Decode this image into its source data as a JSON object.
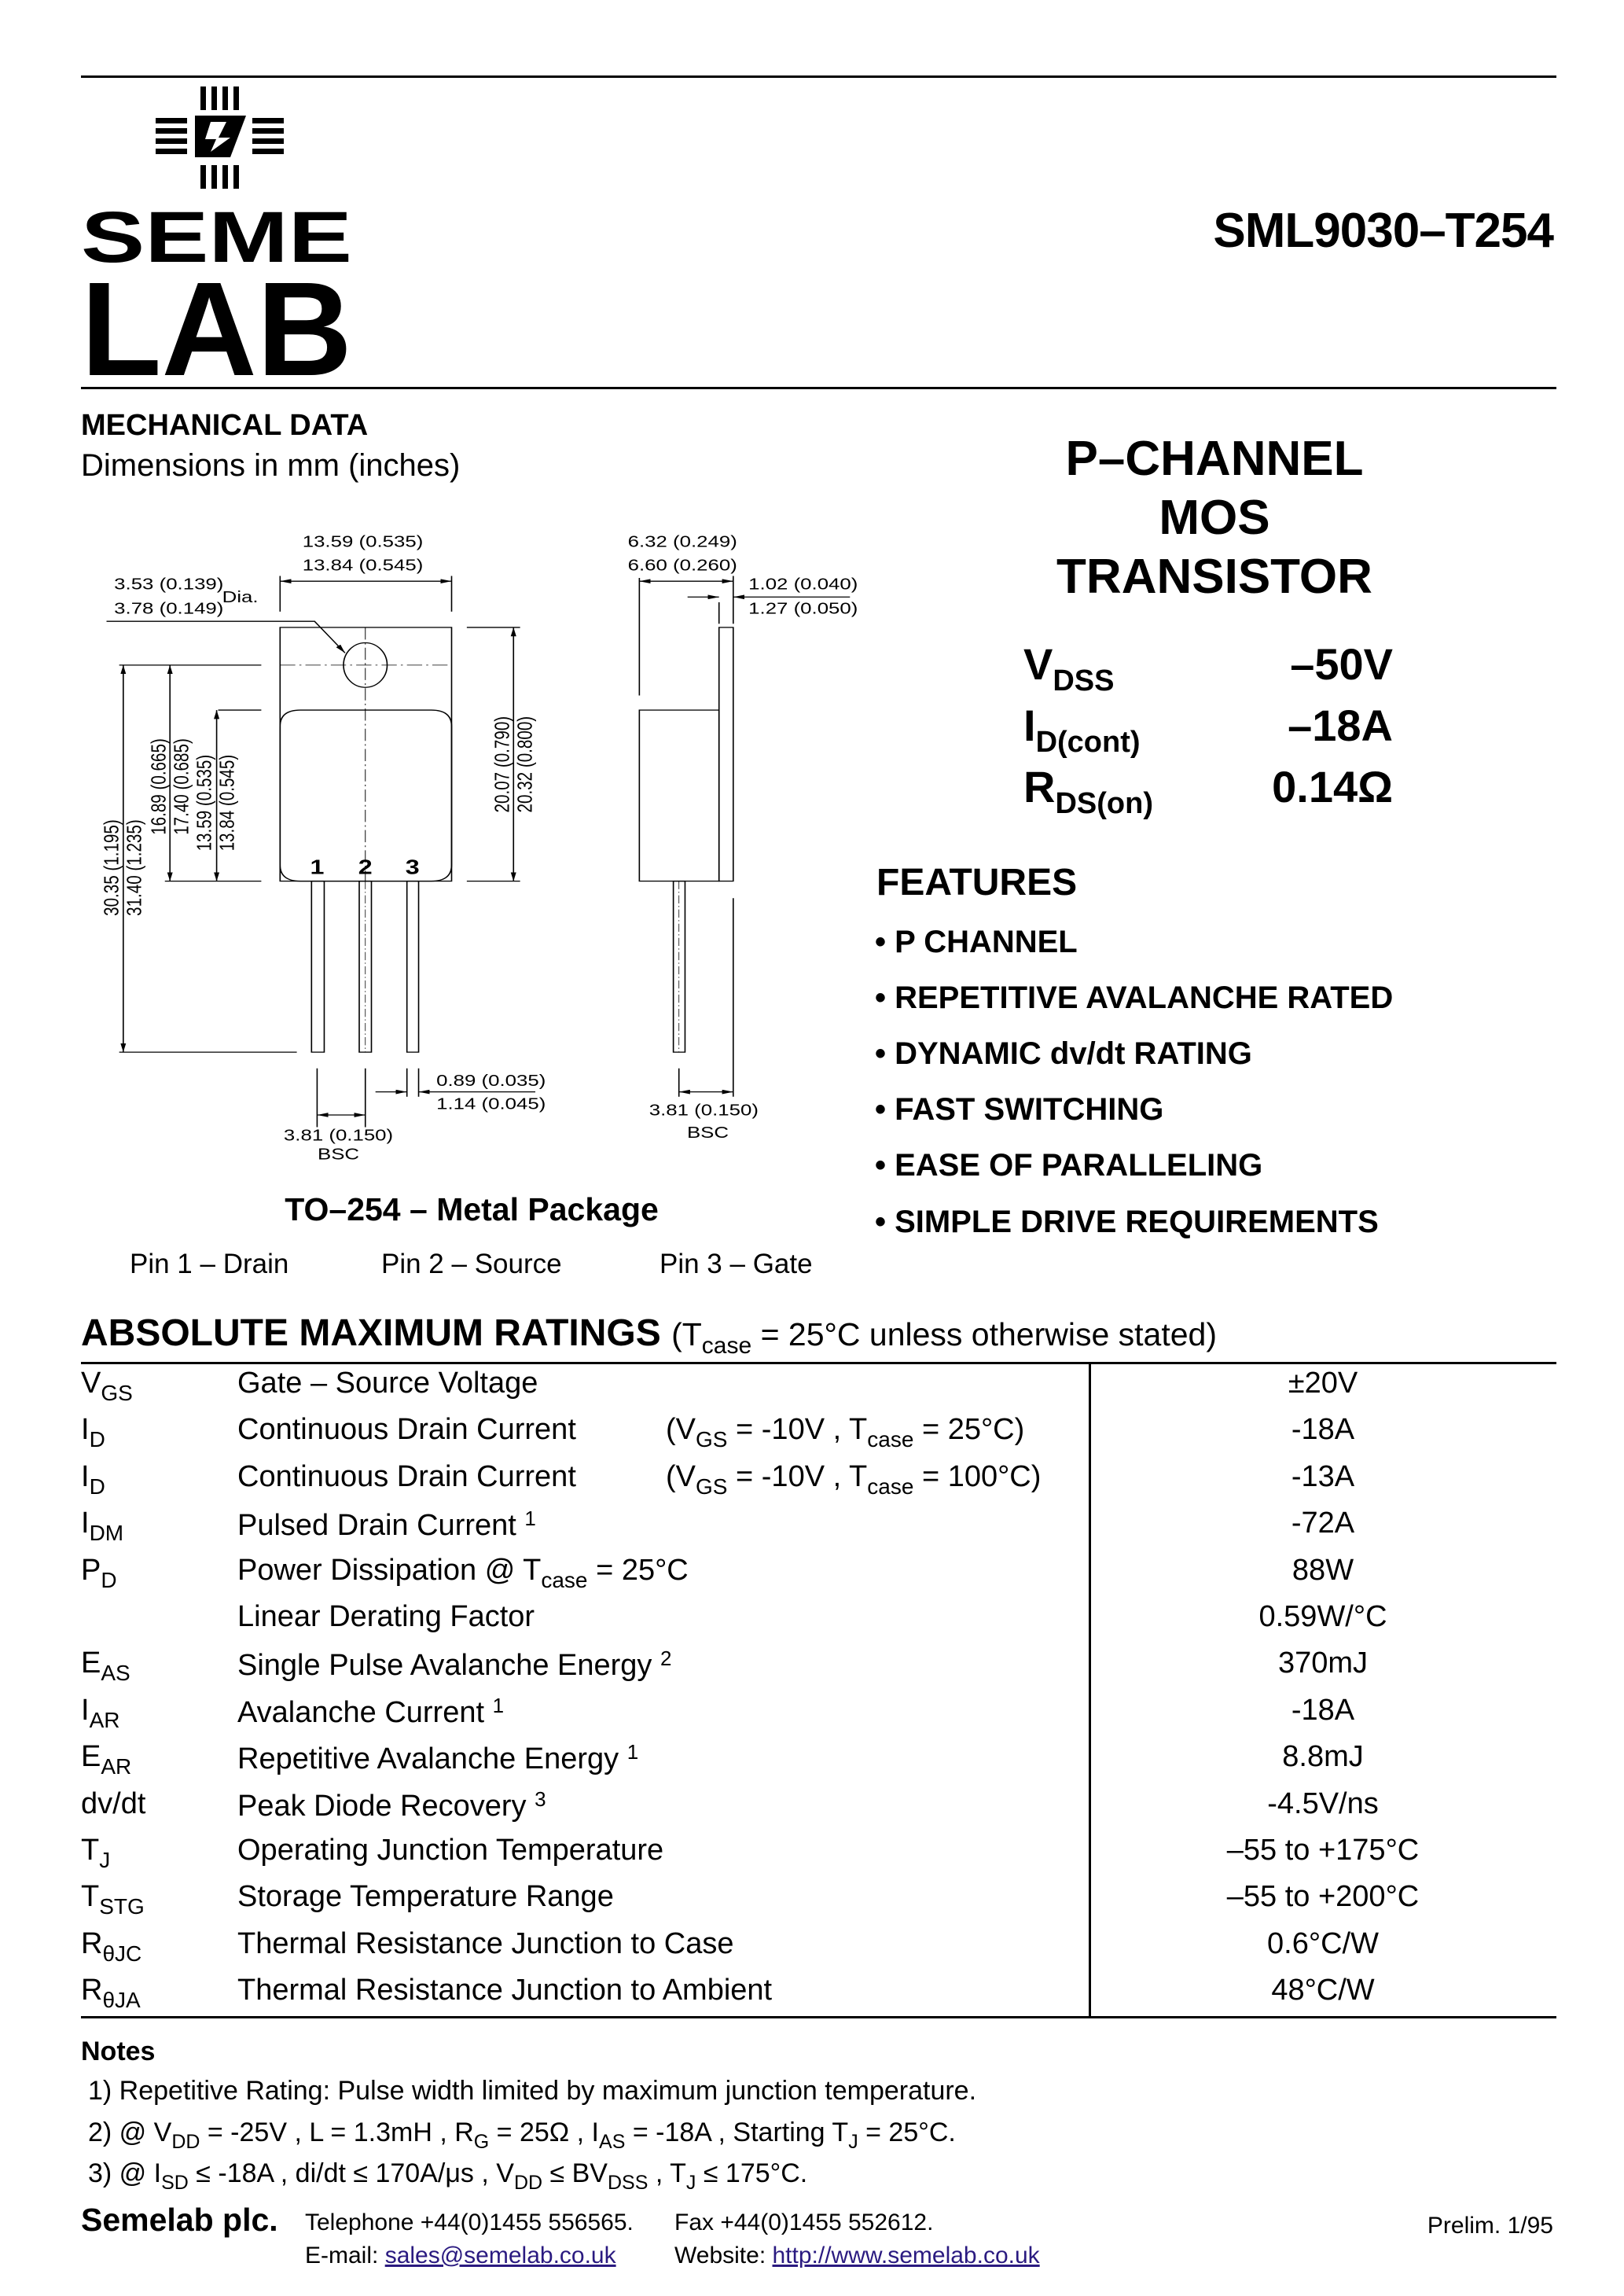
{
  "logo": {
    "text_top": "SEME",
    "text_bottom": "LAB"
  },
  "header": {
    "part_number": "SML9030–T254"
  },
  "mechanical": {
    "heading": "MECHANICAL DATA",
    "subheading": "Dimensions in mm (inches)",
    "drawing": {
      "top_width_min": "13.59 (0.535)",
      "top_width_max": "13.84 (0.545)",
      "hole_min": "3.53 (0.139)",
      "hole_max": "3.78 (0.149)",
      "hole_label": "Dia.",
      "overall_min": "30.35 (1.195)",
      "overall_max": "31.40 (1.235)",
      "hole_to_base_min": "16.89 (0.665)",
      "hole_to_base_max": "17.40 (0.685)",
      "body_min": "13.59 (0.535)",
      "body_max": "13.84 (0.545)",
      "tab_height_min": "20.07 (0.790)",
      "tab_height_max": "20.32 (0.800)",
      "pin_labels": [
        "1",
        "2",
        "3"
      ],
      "pitch": "3.81 (0.150)",
      "pitch_note": "BSC",
      "lead_min": "0.89 (0.035)",
      "lead_max": "1.14 (0.045)",
      "depth_min": "6.32 (0.249)",
      "depth_max": "6.60 (0.260)",
      "tab_thick_min": "1.02 (0.040)",
      "tab_thick_max": "1.27 (0.050)",
      "side_offset": "3.81 (0.150)",
      "side_offset_note": "BSC"
    },
    "package": "TO–254 – Metal Package",
    "pins": [
      "Pin 1 – Drain",
      "Pin 2 – Source",
      "Pin 3 – Gate"
    ]
  },
  "device": {
    "type_lines": [
      "P–CHANNEL",
      "MOS",
      "TRANSISTOR"
    ],
    "specs": [
      {
        "sym": "V",
        "sub": "DSS",
        "value": "–50V"
      },
      {
        "sym": "I",
        "sub": "D(cont)",
        "value": "–18A"
      },
      {
        "sym": "R",
        "sub": "DS(on)",
        "value": "0.14Ω"
      }
    ]
  },
  "features": {
    "heading": "FEATURES",
    "items": [
      "• P CHANNEL",
      "• REPETITIVE AVALANCHE RATED",
      "• DYNAMIC dv/dt RATING",
      "• FAST SWITCHING",
      "• EASE OF PARALLELING",
      "• SIMPLE DRIVE REQUIREMENTS"
    ]
  },
  "ratings": {
    "heading": "ABSOLUTE MAXIMUM RATINGS",
    "cond_pre": "(T",
    "cond_sub": "case",
    "cond_post": " = 25°C unless otherwise stated)",
    "rows": [
      {
        "sym": [
          {
            "t": "V"
          },
          {
            "sub": "GS"
          }
        ],
        "desc": [
          {
            "t": "Gate – Source Voltage"
          }
        ],
        "cond": [],
        "value": "±20V"
      },
      {
        "sym": [
          {
            "t": "I"
          },
          {
            "sub": "D"
          }
        ],
        "desc": [
          {
            "t": "Continuous Drain Current"
          }
        ],
        "cond": [
          {
            "t": "(V"
          },
          {
            "sub": "GS"
          },
          {
            "t": " = -10V , T"
          },
          {
            "sub": "case"
          },
          {
            "t": " = 25°C)"
          }
        ],
        "value": "-18A"
      },
      {
        "sym": [
          {
            "t": "I"
          },
          {
            "sub": "D"
          }
        ],
        "desc": [
          {
            "t": "Continuous Drain Current"
          }
        ],
        "cond": [
          {
            "t": "(V"
          },
          {
            "sub": "GS"
          },
          {
            "t": " = -10V , T"
          },
          {
            "sub": "case"
          },
          {
            "t": " = 100°C)"
          }
        ],
        "value": "-13A"
      },
      {
        "sym": [
          {
            "t": "I"
          },
          {
            "sub": "DM"
          }
        ],
        "desc": [
          {
            "t": "Pulsed Drain Current "
          },
          {
            "sup": "1"
          }
        ],
        "cond": [],
        "value": "-72A"
      },
      {
        "sym": [
          {
            "t": "P"
          },
          {
            "sub": "D"
          }
        ],
        "desc": [
          {
            "t": "Power Dissipation @ T"
          },
          {
            "sub": "case"
          },
          {
            "t": " = 25°C"
          }
        ],
        "cond": [],
        "value": "88W"
      },
      {
        "sym": [],
        "desc": [
          {
            "t": "Linear Derating Factor"
          }
        ],
        "cond": [],
        "value": "0.59W/°C"
      },
      {
        "sym": [
          {
            "t": "E"
          },
          {
            "sub": "AS"
          }
        ],
        "desc": [
          {
            "t": "Single Pulse Avalanche Energy "
          },
          {
            "sup": "2"
          }
        ],
        "cond": [],
        "value": "370mJ"
      },
      {
        "sym": [
          {
            "t": "I"
          },
          {
            "sub": "AR"
          }
        ],
        "desc": [
          {
            "t": "Avalanche Current "
          },
          {
            "sup": "1"
          }
        ],
        "cond": [],
        "value": "-18A"
      },
      {
        "sym": [
          {
            "t": "E"
          },
          {
            "sub": "AR"
          }
        ],
        "desc": [
          {
            "t": "Repetitive Avalanche Energy "
          },
          {
            "sup": "1"
          }
        ],
        "cond": [],
        "value": "8.8mJ"
      },
      {
        "sym": [
          {
            "t": "dv/dt"
          }
        ],
        "desc": [
          {
            "t": "Peak Diode Recovery "
          },
          {
            "sup": "3"
          }
        ],
        "cond": [],
        "value": "-4.5V/ns"
      },
      {
        "sym": [
          {
            "t": "T"
          },
          {
            "sub": "J"
          }
        ],
        "desc": [
          {
            "t": "Operating Junction Temperature"
          }
        ],
        "cond": [],
        "value": "–55 to +175°C"
      },
      {
        "sym": [
          {
            "t": "T"
          },
          {
            "sub": "STG"
          }
        ],
        "desc": [
          {
            "t": "Storage Temperature Range"
          }
        ],
        "cond": [],
        "value": "–55 to +200°C"
      },
      {
        "sym": [
          {
            "t": "R"
          },
          {
            "sub": "θJC"
          }
        ],
        "desc": [
          {
            "t": "Thermal Resistance Junction to Case"
          }
        ],
        "cond": [],
        "value": "0.6°C/W"
      },
      {
        "sym": [
          {
            "t": "R"
          },
          {
            "sub": "θJA"
          }
        ],
        "desc": [
          {
            "t": "Thermal Resistance Junction to Ambient"
          }
        ],
        "cond": [],
        "value": "48°C/W"
      }
    ]
  },
  "notes": {
    "heading": "Notes",
    "items": [
      [
        {
          "t": "1)  Repetitive Rating: Pulse width limited by maximum junction temperature."
        }
      ],
      [
        {
          "t": "2)  @ V"
        },
        {
          "sub": "DD"
        },
        {
          "t": " = -25V , L = 1.3mH , R"
        },
        {
          "sub": "G"
        },
        {
          "t": " = 25Ω , I"
        },
        {
          "sub": "AS"
        },
        {
          "t": " = -18A , Starting T"
        },
        {
          "sub": "J"
        },
        {
          "t": " = 25°C."
        }
      ],
      [
        {
          "t": "3)  @ I"
        },
        {
          "sub": "SD"
        },
        {
          "t": " ≤ -18A , di/dt ≤ 170A/μs , V"
        },
        {
          "sub": "DD"
        },
        {
          "t": " ≤ BV"
        },
        {
          "sub": "DSS"
        },
        {
          "t": " , T"
        },
        {
          "sub": "J"
        },
        {
          "t": " ≤ 175°C."
        }
      ]
    ]
  },
  "footer": {
    "company": "Semelab plc.",
    "phone": "Telephone +44(0)1455 556565.",
    "fax": "Fax +44(0)1455 552612.",
    "email_label": "E-mail: ",
    "email": "sales@semelab.co.uk",
    "website_label": "Website: ",
    "website": "http://www.semelab.co.uk",
    "revision": "Prelim. 1/95",
    "link_color": "#2a1a80"
  }
}
